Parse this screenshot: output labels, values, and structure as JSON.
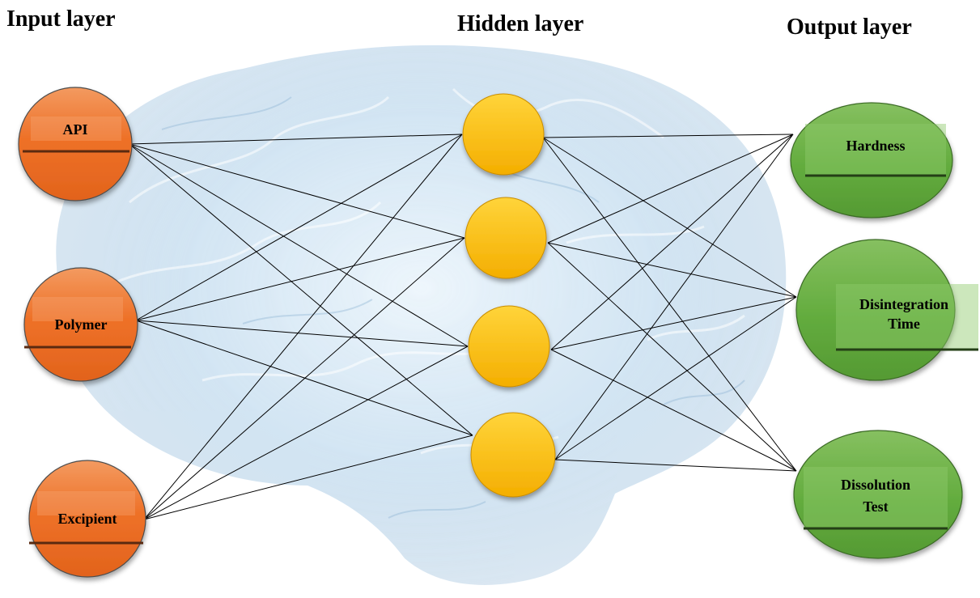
{
  "headings": {
    "input": "Input layer",
    "hidden": "Hidden layer",
    "output": "Output layer"
  },
  "input_nodes": [
    {
      "label_lines": [
        "API"
      ]
    },
    {
      "label_lines": [
        "Polymer"
      ]
    },
    {
      "label_lines": [
        "Excipient"
      ]
    }
  ],
  "hidden_node_count": 4,
  "output_nodes": [
    {
      "label_lines": [
        "Hardness"
      ]
    },
    {
      "label_lines": [
        "Disintegration",
        "Time"
      ]
    },
    {
      "label_lines": [
        "Dissolution",
        "Test"
      ]
    }
  ],
  "colors": {
    "input_fill": "#ee7128",
    "input_top": "#f6a877",
    "hidden_fill": "#f9b800",
    "hidden_top": "#ffd84a",
    "output_fill": "#5fa83a",
    "output_top": "#8fc96a",
    "brain_tint": "#9fc3df"
  }
}
